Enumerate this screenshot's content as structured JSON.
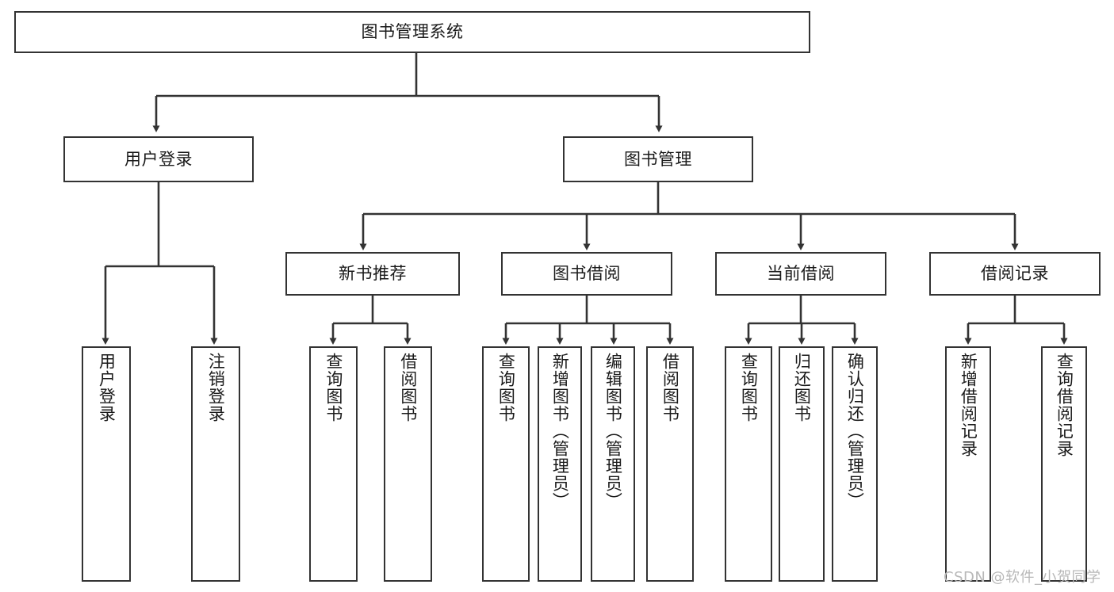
{
  "diagram": {
    "type": "hierarchy-tree",
    "title_node": {
      "label": "图书管理系统"
    },
    "watermark": "CSDN @软件_小贺同学",
    "colors": {
      "background": "#ffffff",
      "box_border": "#333333",
      "box_fill": "#ffffff",
      "connector": "#333333",
      "text": "#1a1a1a",
      "watermark": "#b8b8b8"
    },
    "levels": {
      "level1": [
        {
          "label": "用户登录"
        },
        {
          "label": "图书管理"
        }
      ],
      "level2": [
        {
          "label": "新书推荐"
        },
        {
          "label": "图书借阅"
        },
        {
          "label": "当前借阅"
        },
        {
          "label": "借阅记录"
        }
      ]
    },
    "leaves": {
      "user_login": [
        {
          "label": "用户登录"
        },
        {
          "label": "注销登录"
        }
      ],
      "new_book_recommend": [
        {
          "label": "查询图书"
        },
        {
          "label": "借阅图书"
        }
      ],
      "book_borrow": [
        {
          "label": "查询图书"
        },
        {
          "label": "新增图书（管理员）"
        },
        {
          "label": "编辑图书（管理员）"
        },
        {
          "label": "借阅图书"
        }
      ],
      "current_borrow": [
        {
          "label": "查询图书"
        },
        {
          "label": "归还图书"
        },
        {
          "label": "确认归还（管理员）"
        }
      ],
      "borrow_record": [
        {
          "label": "新增借阅记录"
        },
        {
          "label": "查询借阅记录"
        }
      ]
    }
  }
}
